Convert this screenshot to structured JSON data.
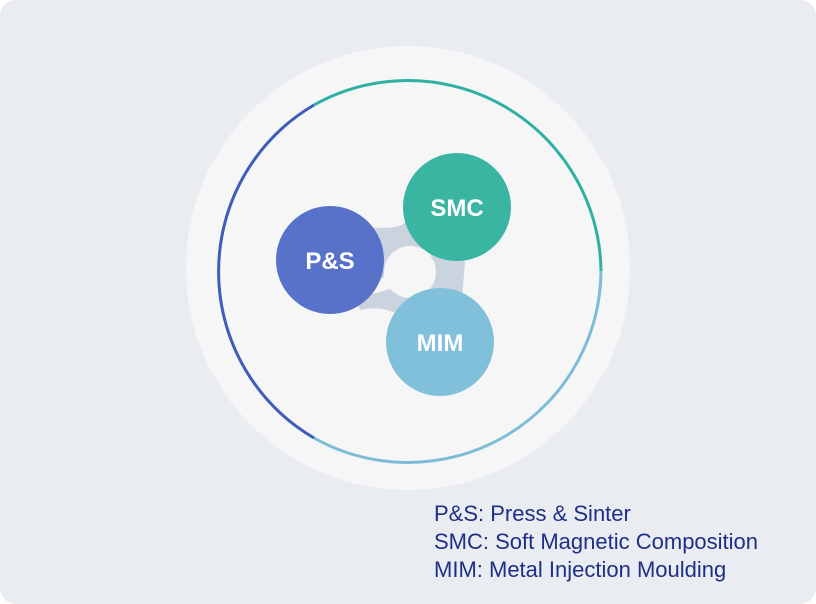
{
  "colors": {
    "background": "#e9ecf1",
    "outer_disc": "#f6f6f7",
    "ring_start": "#3e5cb8",
    "ring_mid": "#2eb0a2",
    "ring_end": "#7bbdd7",
    "connector": "#cbd3df",
    "ps_node": "#5772c8",
    "smc_node": "#3ab5a2",
    "mim_node": "#80c0da",
    "legend_text": "#1f2f86"
  },
  "nodes": {
    "ps": {
      "label": "P&S"
    },
    "smc": {
      "label": "SMC"
    },
    "mim": {
      "label": "MIM"
    }
  },
  "legend": [
    {
      "text": "P&S: Press & Sinter"
    },
    {
      "text": "SMC: Soft Magnetic Composition"
    },
    {
      "text": "MIM: Metal Injection Moulding"
    }
  ]
}
